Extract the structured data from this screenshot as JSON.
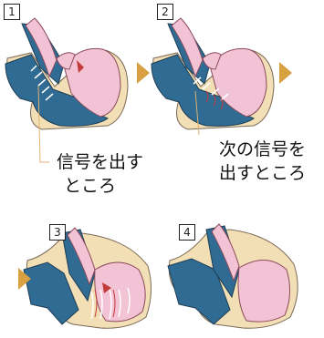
{
  "panels": [
    {
      "step": "1"
    },
    {
      "step": "2"
    },
    {
      "step": "3"
    },
    {
      "step": "4"
    }
  ],
  "captions": {
    "panel1": {
      "line1": "信号を出す",
      "line2": "ところ"
    },
    "panel2": {
      "line1": "次の信号を",
      "line2": "出すところ"
    }
  },
  "colors": {
    "vessel_blue": "#2f6b93",
    "muscle_pink": "#f2c3d4",
    "outline_skin": "#f3dfb6",
    "arrow_orange": "#d8a040",
    "signal_red": "#c23a3a",
    "leader_line": "#e0b070"
  }
}
